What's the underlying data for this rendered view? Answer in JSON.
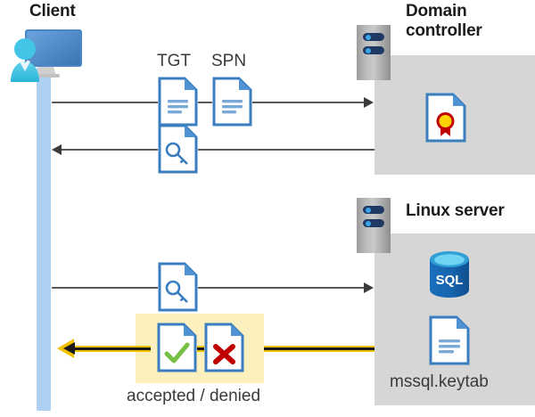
{
  "diagram": {
    "title_client": "Client",
    "title_domain_controller": "Domain\ncontroller",
    "title_domain_controller_line1": "Domain",
    "title_domain_controller_line2": "controller",
    "title_linux_server": "Linux server",
    "label_tgt": "TGT",
    "label_spn": "SPN",
    "label_keytab": "mssql.keytab",
    "label_result": "accepted / denied",
    "icons": {
      "client": "client-workstation-icon",
      "server_tower_dc": "server-tower-icon",
      "server_tower_linux": "server-tower-icon",
      "tgt_document": "document-icon",
      "spn_document": "document-icon",
      "key_document_down": "document-key-icon",
      "key_document_up": "document-key-icon",
      "certificate": "certificate-document-icon",
      "sql_database": "sql-database-icon",
      "keytab_document": "document-icon",
      "accepted_document": "document-check-icon",
      "denied_document": "document-cross-icon"
    },
    "colors": {
      "lifeline": "#aed0f2",
      "panel_gray": "#d6d6d6",
      "arrow_gray": "#595959",
      "arrow_yellow": "#f2c200",
      "highlight": "#fdf0bf",
      "doc_blue": "#3a7ebf",
      "doc_fold": "#4f93d4",
      "accent_check": "#76c043",
      "accent_cross": "#c00000",
      "sql_blue": "#0f6cbd",
      "cert_gold": "#ffd400",
      "cert_red": "#c00000",
      "person_cyan": "#3fc1e0",
      "monitor_blue": "#4a86c8"
    }
  }
}
